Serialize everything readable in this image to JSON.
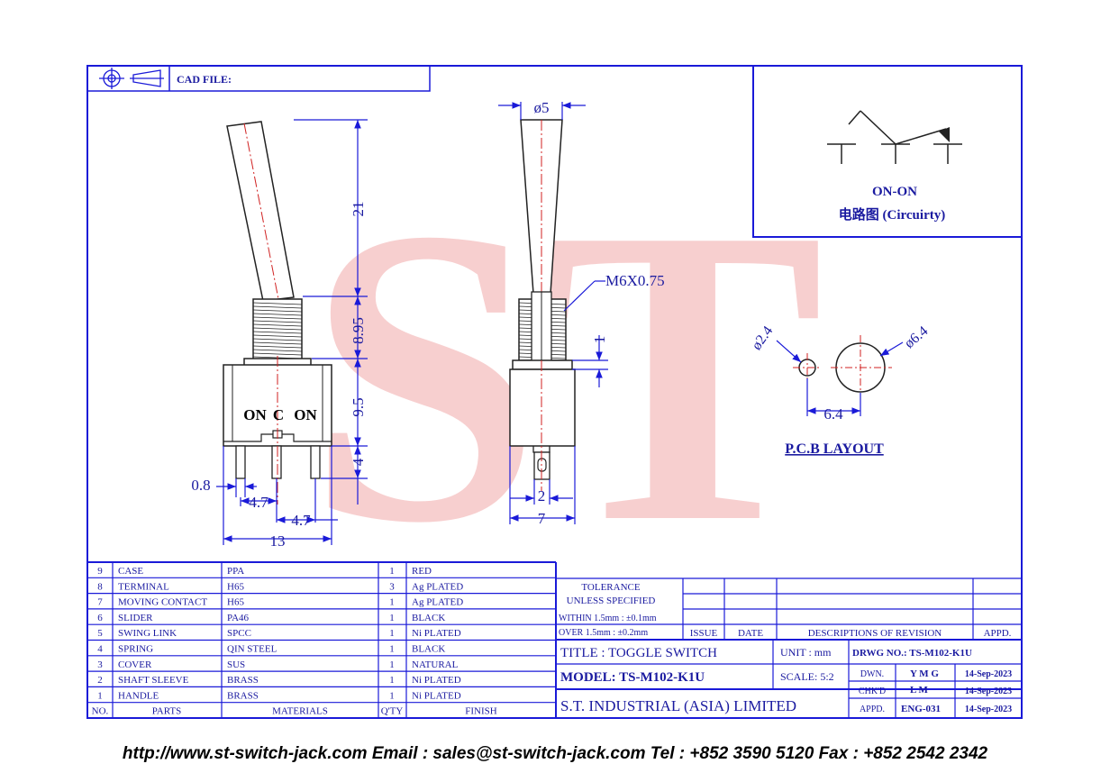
{
  "header": {
    "cad_file_label": "CAD FILE:"
  },
  "watermark": {
    "text": "ST",
    "color": "#f2a8a8"
  },
  "colors": {
    "line": "#1a1ad8",
    "text": "#1a1aa0",
    "center_line": "#d02020",
    "part": "#222222"
  },
  "circuit": {
    "title": "ON-ON",
    "subtitle": "电路图 (Circuirty)"
  },
  "front_view": {
    "dims": {
      "handle_len": "21",
      "bushing_len": "8.95",
      "body_h": "9.5",
      "terminal_len": "4",
      "terminal_w": "0.8",
      "pitch1": "4.7",
      "pitch2": "4.7",
      "width": "13"
    },
    "positions": {
      "left": "ON",
      "center": "C",
      "right": "ON"
    }
  },
  "side_view": {
    "dims": {
      "tip_dia": "ø5",
      "thread": "M6X0.75",
      "nut": "1",
      "terminal_w": "2",
      "body_w": "7"
    }
  },
  "pcb": {
    "hole_small": "ø2.4",
    "hole_large": "ø6.4",
    "spacing": "6.4",
    "title": "P.C.B LAYOUT"
  },
  "bom": {
    "headers": [
      "NO.",
      "PARTS",
      "MATERIALS",
      "Q'TY",
      "FINISH"
    ],
    "rows": [
      [
        "9",
        "CASE",
        "PPA",
        "1",
        "RED"
      ],
      [
        "8",
        "TERMINAL",
        "H65",
        "3",
        "Ag PLATED"
      ],
      [
        "7",
        "MOVING CONTACT",
        "H65",
        "1",
        "Ag PLATED"
      ],
      [
        "6",
        "SLIDER",
        "PA46",
        "1",
        "BLACK"
      ],
      [
        "5",
        "SWING LINK",
        "SPCC",
        "1",
        "Ni PLATED"
      ],
      [
        "4",
        "SPRING",
        "QIN STEEL",
        "1",
        "BLACK"
      ],
      [
        "3",
        "COVER",
        "SUS",
        "1",
        "NATURAL"
      ],
      [
        "2",
        "SHAFT SLEEVE",
        "BRASS",
        "1",
        "Ni PLATED"
      ],
      [
        "1",
        "HANDLE",
        "BRASS",
        "1",
        "Ni PLATED"
      ]
    ]
  },
  "tolerance": {
    "line1": "TOLERANCE",
    "line2": "UNLESS   SPECIFIED",
    "within": "WITHIN  1.5mm : ±0.1mm",
    "over": "OVER    1.5mm : ±0.2mm"
  },
  "revision": {
    "issue": "ISSUE",
    "date": "DATE",
    "desc": "DESCRIPTIONS  OF  REVISION",
    "appd": "APPD."
  },
  "title_block": {
    "title": "TITLE : TOGGLE SWITCH",
    "unit": "UNIT :   mm",
    "drwg": "DRWG NO.: TS-M102-K1U",
    "model": "MODEL: TS-M102-K1U",
    "scale": "SCALE:  5:2",
    "company": "S.T.  INDUSTRIAL  (ASIA)  LIMITED",
    "dwn_label": "DWN.",
    "dwn_name": "Y M G",
    "dwn_date": "14-Sep-2023",
    "chk_label": "CHK'D",
    "chk_name": "L M",
    "chk_date": "14-Sep-2023",
    "appd_label": "APPD.",
    "appd_name": "ENG-031",
    "appd_date": "14-Sep-2023"
  },
  "footer": "http://www.st-switch-jack.com  Email : sales@st-switch-jack.com  Tel : +852 3590 5120  Fax : +852 2542 2342"
}
